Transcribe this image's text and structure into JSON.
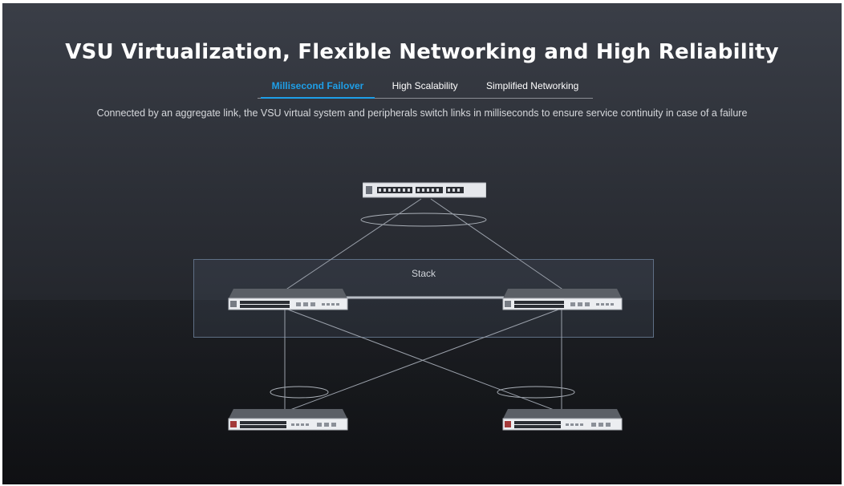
{
  "title": "VSU Virtualization, Flexible Networking and High Reliability",
  "tabs": [
    {
      "label": "Millisecond Failover",
      "active": true
    },
    {
      "label": "High Scalability",
      "active": false
    },
    {
      "label": "Simplified Networking",
      "active": false
    }
  ],
  "description": "Connected by an aggregate link, the VSU virtual system and peripherals switch links in milliseconds to ensure service continuity in case of a failure",
  "diagram": {
    "stack_label": "Stack",
    "nodes": [
      {
        "name": "core-switch"
      },
      {
        "name": "stack-switch-left"
      },
      {
        "name": "stack-switch-right"
      },
      {
        "name": "access-switch-left"
      },
      {
        "name": "access-switch-right"
      }
    ]
  },
  "colors": {
    "accent": "#1e9fe8",
    "link": "#9aa0aa"
  }
}
